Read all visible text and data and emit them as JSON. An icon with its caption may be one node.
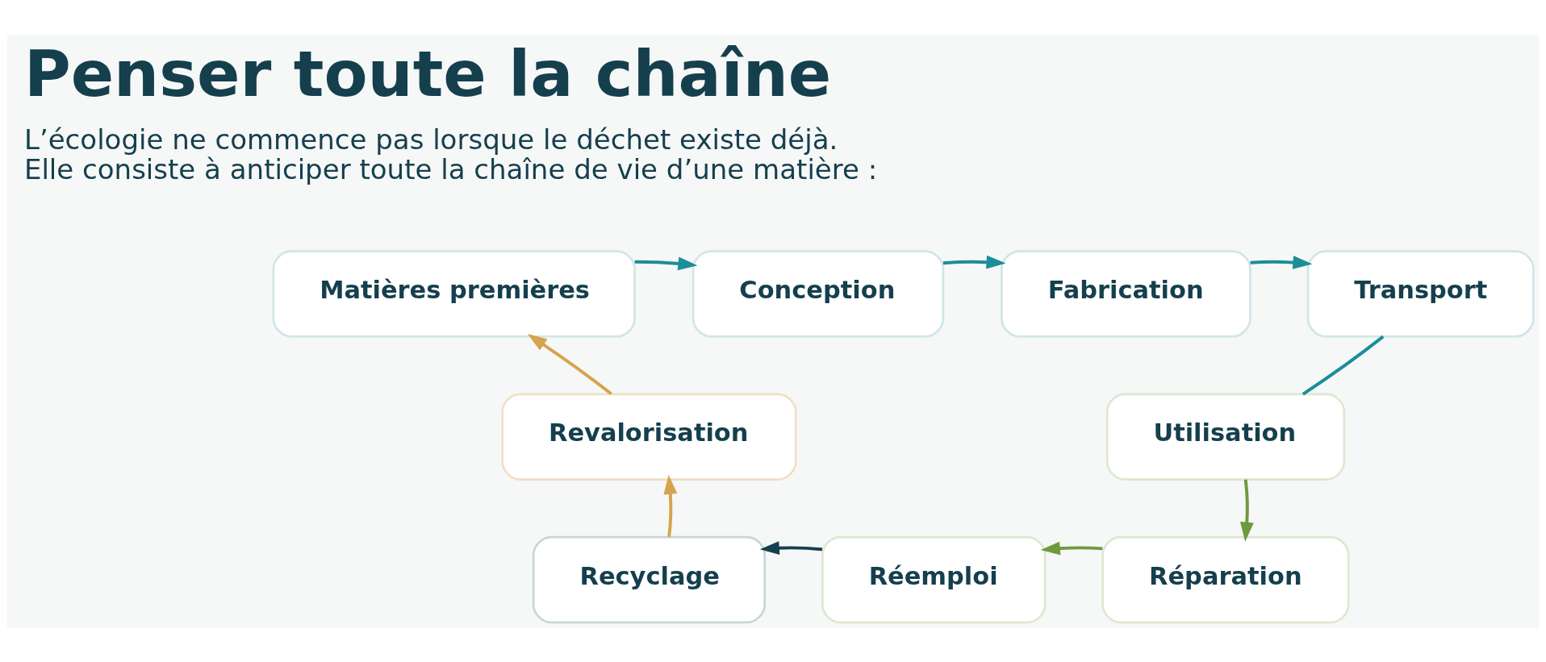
{
  "diagram": {
    "title": "Penser toute la chaîne",
    "nodes": [
      {
        "text": [
          "Matières premières"
        ]
      },
      {
        "text": [
          "Conception"
        ]
      },
      {
        "text": [
          "Fabrication"
        ]
      },
      {
        "text": [
          "Transport"
        ]
      },
      {
        "text": [
          "Utilisation"
        ]
      },
      {
        "text": [
          "Réparation"
        ]
      },
      {
        "text": [
          "Réemploi"
        ]
      },
      {
        "text": [
          "Recyclage"
        ]
      },
      {
        "text": [
          "Revalorisation"
        ]
      }
    ],
    "edges": [
      {
        "from": 0,
        "to": 1,
        "arrow": "to"
      },
      {
        "from": 1,
        "to": 2,
        "arrow": "to"
      },
      {
        "from": 2,
        "to": 3,
        "arrow": "to"
      },
      {
        "from": 3,
        "to": 4,
        "arrow": "none"
      },
      {
        "from": 4,
        "to": 5,
        "arrow": "to",
        "color": "#6f9a3c"
      },
      {
        "from": 5,
        "to": 6,
        "arrow": "to",
        "color": "#6f9a3c"
      },
      {
        "from": 6,
        "to": 7,
        "arrow": "to",
        "color": "#153f4d"
      },
      {
        "from": 7,
        "to": 8,
        "arrow": "to",
        "color": "#d4a44e"
      },
      {
        "from": 8,
        "to": 0,
        "arrow": "to",
        "color": "#d4a44e"
      }
    ],
    "labels": [
      "L’écologie ne commence pas lorsque le déchet existe déjà. Elle consiste à anticiper toute la chaîne de vie d’une matière :"
    ]
  }
}
